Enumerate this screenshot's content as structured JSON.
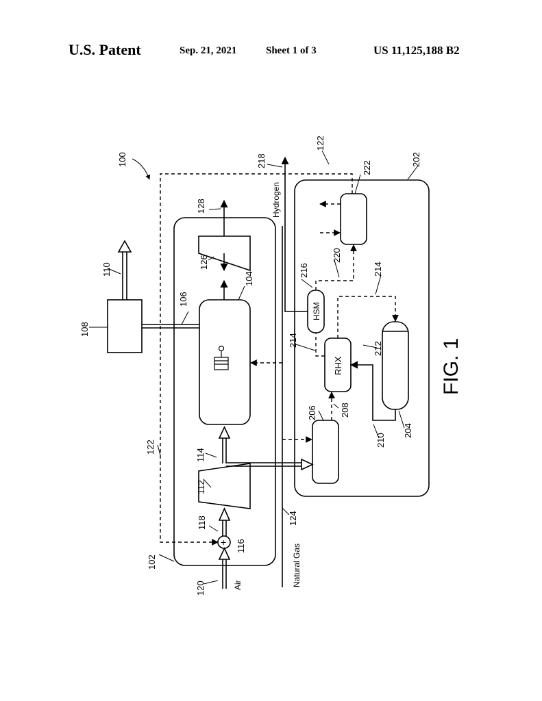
{
  "header": {
    "patent_label": "U.S. Patent",
    "date": "Sep. 21, 2021",
    "sheet": "Sheet 1 of 3",
    "patent_number": "US 11,125,188 B2"
  },
  "figure": {
    "caption": "FIG. 1",
    "labels": {
      "hydrogen": "Hydrogen",
      "natural_gas": "Natural Gas",
      "air": "Air",
      "hsm": "HSM",
      "rhx": "RHX",
      "plus": "+"
    },
    "refs": {
      "r100": "100",
      "r102": "102",
      "r104": "104",
      "r106": "106",
      "r108": "108",
      "r110": "110",
      "r112": "112",
      "r114": "114",
      "r116": "116",
      "r118": "118",
      "r120": "120",
      "r122a": "122",
      "r122b": "122",
      "r124": "124",
      "r126": "126",
      "r128": "128",
      "r202": "202",
      "r204": "204",
      "r206": "206",
      "r208": "208",
      "r210": "210",
      "r212": "212",
      "r214a": "214",
      "r214b": "214",
      "r216": "216",
      "r218": "218",
      "r220": "220",
      "r222": "222"
    }
  }
}
